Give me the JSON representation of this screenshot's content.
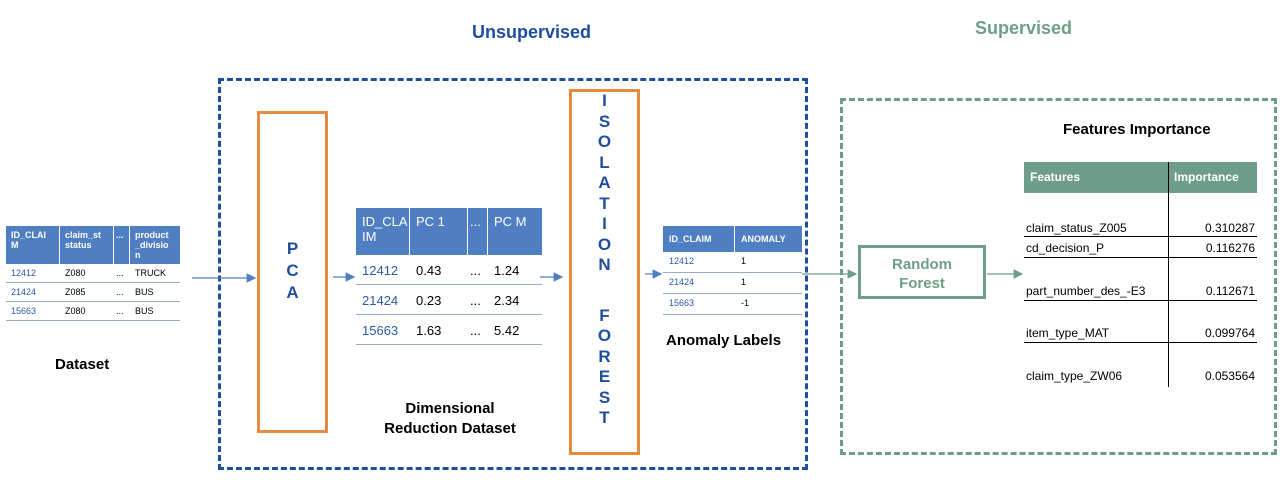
{
  "sections": {
    "unsupervised": "Unsupervised",
    "supervised": "Supervised"
  },
  "pca": {
    "letters": [
      "P",
      "C",
      "A"
    ]
  },
  "isolation_forest": {
    "letters": [
      "I",
      "S",
      "O",
      "L",
      "A",
      "T",
      "I",
      "O",
      "N",
      "",
      "F",
      "O",
      "R",
      "E",
      "S",
      "T"
    ]
  },
  "dataset": {
    "label": "Dataset",
    "headers": [
      "ID_CLAI M",
      "claim_st status",
      "...",
      "product _divisio n"
    ],
    "rows": [
      [
        "12412",
        "Z080",
        "...",
        "TRUCK"
      ],
      [
        "21424",
        "Z085",
        "...",
        "BUS"
      ],
      [
        "15663",
        "Z080",
        "...",
        "BUS"
      ]
    ]
  },
  "dimensional_reduction": {
    "label_line1": "Dimensional",
    "label_line2": "Reduction Dataset",
    "headers": [
      "ID_CLA IM",
      "PC 1",
      "...",
      "PC M"
    ],
    "rows": [
      [
        "12412",
        "0.43",
        "...",
        "1.24"
      ],
      [
        "21424",
        "0.23",
        "...",
        "2.34"
      ],
      [
        "15663",
        "1.63",
        "...",
        "5.42"
      ]
    ]
  },
  "anomaly": {
    "label": "Anomaly Labels",
    "headers": [
      "ID_CLAIM",
      "ANOMALY"
    ],
    "rows": [
      [
        "12412",
        "1"
      ],
      [
        "21424",
        "1"
      ],
      [
        "15663",
        "-1"
      ]
    ]
  },
  "random_forest": {
    "line1": "Random",
    "line2": "Forest"
  },
  "features_importance": {
    "title": "Features Importance",
    "headers": [
      "Features",
      "Importance"
    ],
    "rows": [
      [
        "claim_status_Z005",
        "0.310287"
      ],
      [
        "cd_decision_P",
        "0.116276"
      ],
      [
        "part_number_des_-E3",
        "0.112671"
      ],
      [
        "item_type_MAT",
        "0.099764"
      ],
      [
        "claim_type_ZW06",
        "0.053564"
      ]
    ]
  },
  "colors": {
    "unsupervised_blue": "#1f4e9e",
    "supervised_green": "#6e9e8a",
    "orange": "#e58a3e",
    "table_header_blue": "#4f7ec3"
  }
}
